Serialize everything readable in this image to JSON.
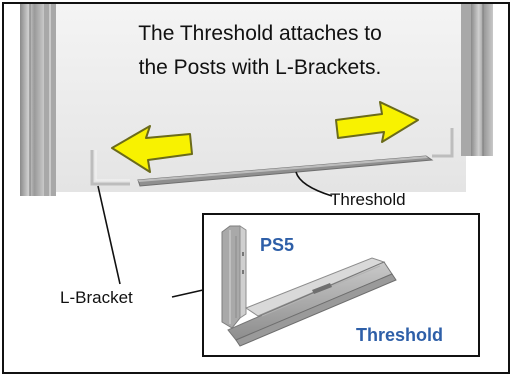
{
  "caption": {
    "line1": "The Threshold attaches to",
    "line2": "the Posts with L-Brackets."
  },
  "labels": {
    "threshold": "Threshold",
    "l_bracket": "L-Bracket"
  },
  "inset": {
    "post_label": "PS5",
    "threshold_label": "Threshold"
  },
  "colors": {
    "arrow_fill": "#f8f200",
    "arrow_stroke": "#6b6b1a",
    "inset_label": "#2e5fa8",
    "border": "#111111"
  },
  "icons": {
    "left_arrow": "arrow-left-icon",
    "right_arrow": "arrow-right-icon"
  }
}
